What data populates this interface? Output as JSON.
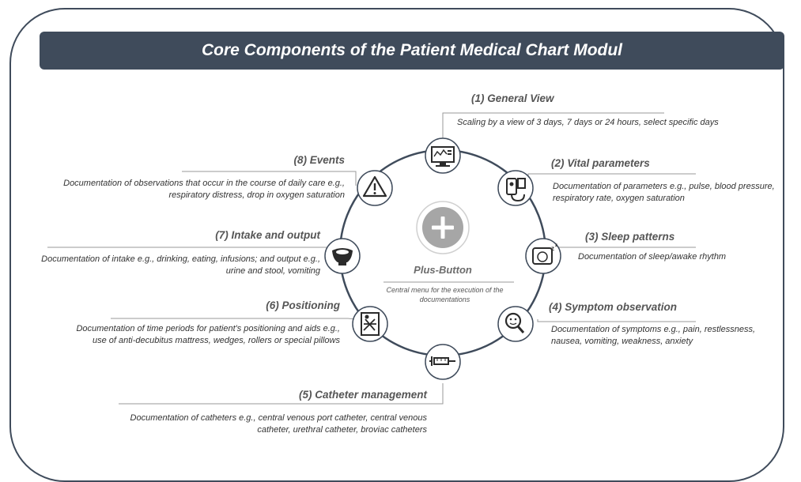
{
  "title": "Core Components of the Patient Medical Chart Modul",
  "center": {
    "label": "Plus-Button",
    "description": "Central menu for the execution of the documentations",
    "icon": "plus-icon"
  },
  "components": [
    {
      "number": "(1)",
      "label": "(1) General View",
      "description": "Scaling by a view of 3 days, 7 days or 24 hours, select specific days",
      "icon": "monitor-chart-icon"
    },
    {
      "number": "(2)",
      "label": "(2) Vital parameters",
      "description": "Documentation of parameters e.g., pulse, blood pressure, respiratory rate, oxygen saturation",
      "icon": "vital-monitor-icon"
    },
    {
      "number": "(3)",
      "label": "(3) Sleep patterns",
      "description": "Documentation of sleep/awake rhythm",
      "icon": "sleeping-face-icon"
    },
    {
      "number": "(4)",
      "label": "(4) Symptom observation",
      "description": "Documentation of symptoms e.g., pain, restlessness, nausea, vomiting, weakness, anxiety",
      "icon": "magnifier-face-icon"
    },
    {
      "number": "(5)",
      "label": "(5) Catheter management",
      "description": "Documentation of catheters e.g., central venous port catheter, central venous catheter, urethral catheter, broviac catheters",
      "icon": "syringe-icon"
    },
    {
      "number": "(6)",
      "label": "(6) Positioning",
      "description": "Documentation of time periods for patient's positioning and aids e.g., use of anti-decubitus mattress, wedges, rollers or special pillows",
      "icon": "bed-positioning-icon"
    },
    {
      "number": "(7)",
      "label": "(7) Intake and output",
      "description": "Documentation of intake e.g., drinking, eating, infusions; and output e.g., urine and stool, vomiting",
      "icon": "toilet-icon"
    },
    {
      "number": "(8)",
      "label": "(8) Events",
      "description": "Documentation of observations that occur in the course of daily care e.g., respiratory distress, drop in oxygen saturation",
      "icon": "warning-icon"
    }
  ],
  "colors": {
    "title_bar": "#3f4b5b",
    "ring": "#3f4b5b",
    "plus_button": "#a6a6a6"
  }
}
